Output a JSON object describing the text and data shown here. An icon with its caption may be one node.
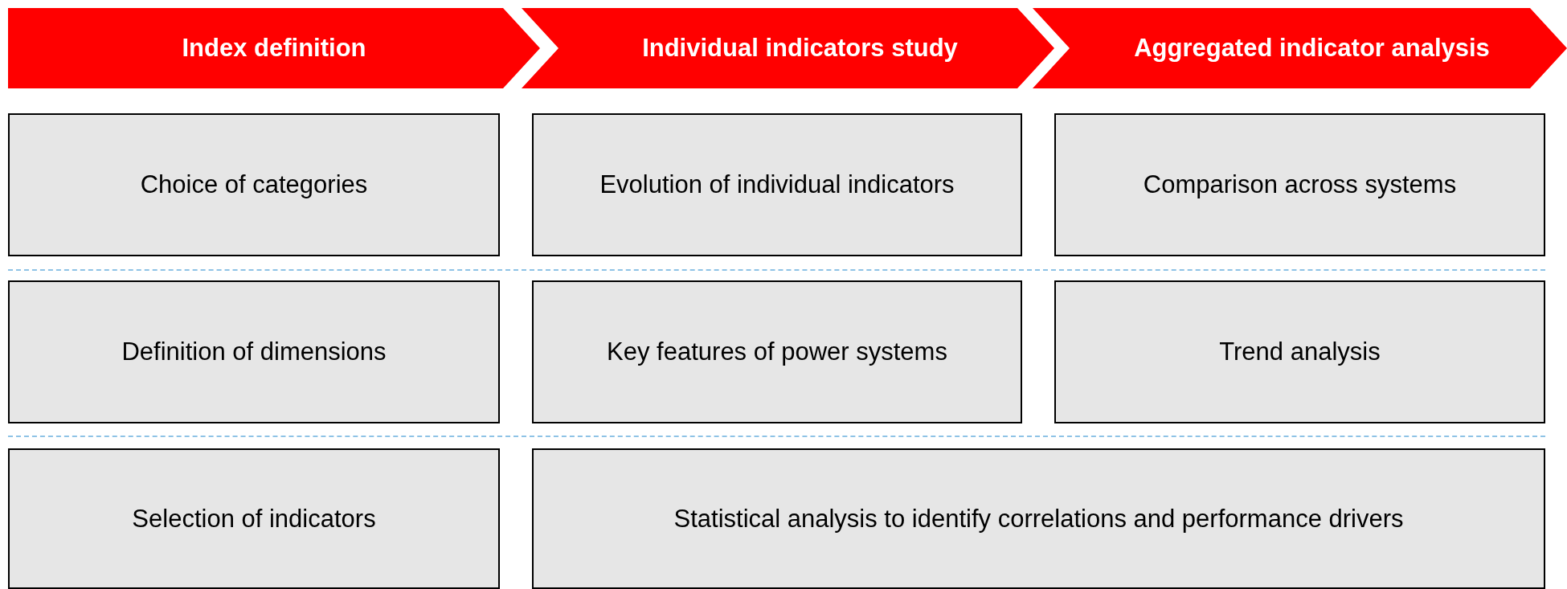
{
  "diagram": {
    "nodes": [
      {
        "text": [
          "Index definition"
        ]
      },
      {
        "text": [
          "Individual indicators study"
        ]
      },
      {
        "text": [
          "Aggregated indicator analysis"
        ]
      },
      {
        "text": [
          "Choice of categories"
        ]
      },
      {
        "text": [
          "Evolution of individual indicators"
        ]
      },
      {
        "text": [
          "Comparison across systems"
        ]
      },
      {
        "text": [
          "Definition of dimensions"
        ]
      },
      {
        "text": [
          "Key features of power systems"
        ]
      },
      {
        "text": [
          "Trend analysis"
        ]
      },
      {
        "text": [
          "Selection of indicators"
        ]
      },
      {
        "text": [
          "Statistical analysis to identify correlations and performance drivers"
        ]
      }
    ],
    "edges": []
  }
}
